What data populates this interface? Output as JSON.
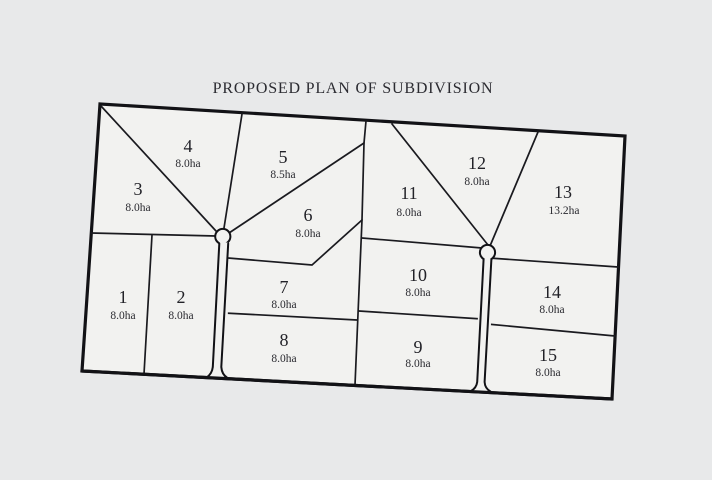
{
  "title": "PROPOSED PLAN OF SUBDIVISION",
  "colors": {
    "background": "#e8e9ea",
    "parcel_fill": "#f2f2f0",
    "line": "#121216",
    "text": "#2b2b31"
  },
  "lots": [
    {
      "number": "1",
      "area": "8.0ha"
    },
    {
      "number": "2",
      "area": "8.0ha"
    },
    {
      "number": "3",
      "area": "8.0ha"
    },
    {
      "number": "4",
      "area": "8.0ha"
    },
    {
      "number": "5",
      "area": "8.5ha"
    },
    {
      "number": "6",
      "area": "8.0ha"
    },
    {
      "number": "7",
      "area": "8.0ha"
    },
    {
      "number": "8",
      "area": "8.0ha"
    },
    {
      "number": "9",
      "area": "8.0ha"
    },
    {
      "number": "10",
      "area": "8.0ha"
    },
    {
      "number": "11",
      "area": "8.0ha"
    },
    {
      "number": "12",
      "area": "8.0ha"
    },
    {
      "number": "13",
      "area": "13.2ha"
    },
    {
      "number": "14",
      "area": "8.0ha"
    },
    {
      "number": "15",
      "area": "8.0ha"
    }
  ]
}
